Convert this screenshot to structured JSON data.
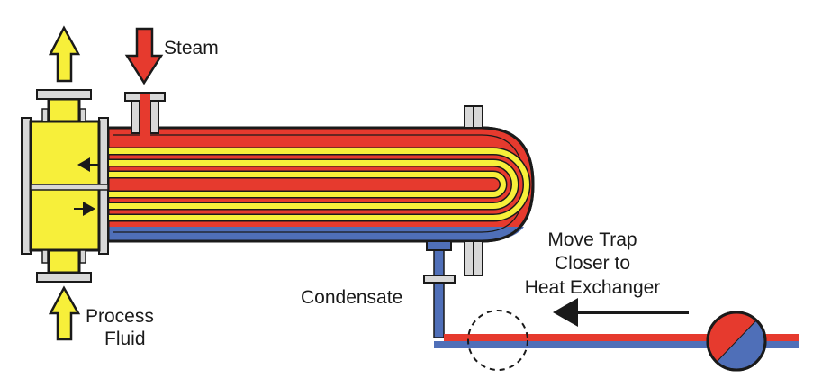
{
  "labels": {
    "steam": "Steam",
    "condensate": "Condensate",
    "process_line1": "Process",
    "process_line2": "Fluid",
    "move_line1": "Move Trap",
    "move_line2": "Closer to",
    "move_line3": "Heat Exchanger"
  },
  "colors": {
    "steam_red": "#e63a2e",
    "condensate_blue": "#4f6fb8",
    "process_yellow": "#f7ef3a",
    "outline": "#1a1a1a",
    "flange_gray": "#d8d8d8"
  },
  "icons": {
    "trap": "steam-trap-icon",
    "arrow": "arrow-left-icon"
  }
}
